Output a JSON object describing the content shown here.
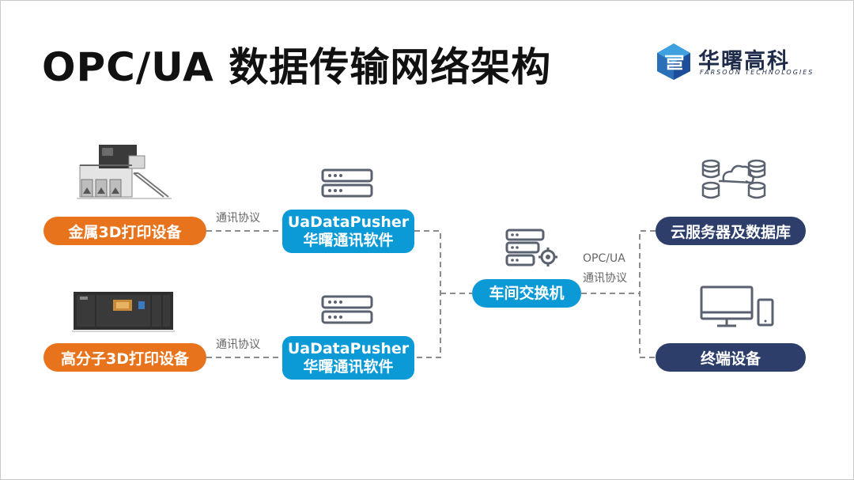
{
  "title": "OPC/UA 数据传输网络架构",
  "logo": {
    "name": "华曙高科",
    "subtitle": "FARSOON TECHNOLOGIES"
  },
  "devices": {
    "metal": "金属3D打印设备",
    "polymer": "高分子3D打印设备"
  },
  "software": {
    "name": "UaDataPusher",
    "desc": "华曙通讯软件"
  },
  "switch_label": "车间交换机",
  "protocol_label": "通讯协议",
  "opcua_label_line1": "OPC/UA",
  "opcua_label_line2": "通讯协议",
  "cloud_label": "云服务器及数据库",
  "terminal_label": "终端设备",
  "colors": {
    "orange": "#e8731d",
    "blue": "#0c9ad7",
    "navy": "#2d3e6b",
    "line": "#8c8c8c",
    "icon": "#5a6270"
  }
}
